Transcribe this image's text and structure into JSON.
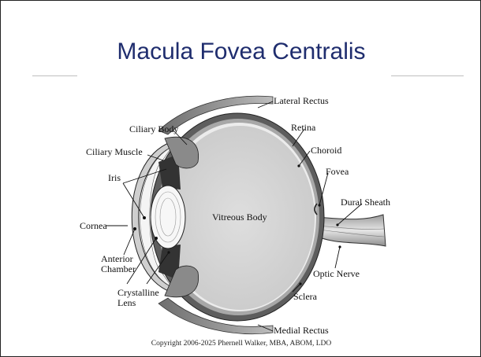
{
  "slide": {
    "title": "Macula Fovea Centralis",
    "copyright": "Copyright 2006-2025 Phernell Walker, MBA, ABOM, LDO"
  },
  "labels": {
    "lateral_rectus": "Lateral Rectus",
    "ciliary_body": "Ciliary Body",
    "retina": "Retina",
    "ciliary_muscle": "Ciliary Muscle",
    "choroid": "Choroid",
    "iris": "Iris",
    "fovea": "Fovea",
    "dural_sheath": "Dural Sheath",
    "cornea": "Cornea",
    "vitreous_body": "Vitreous Body",
    "anterior": "Anterior",
    "chamber": "Chamber",
    "optic_nerve": "Optic Nerve",
    "crystalline": "Crystalline",
    "lens": "Lens",
    "sclera": "Sclera",
    "medial_rectus": "Medial Rectus"
  }
}
